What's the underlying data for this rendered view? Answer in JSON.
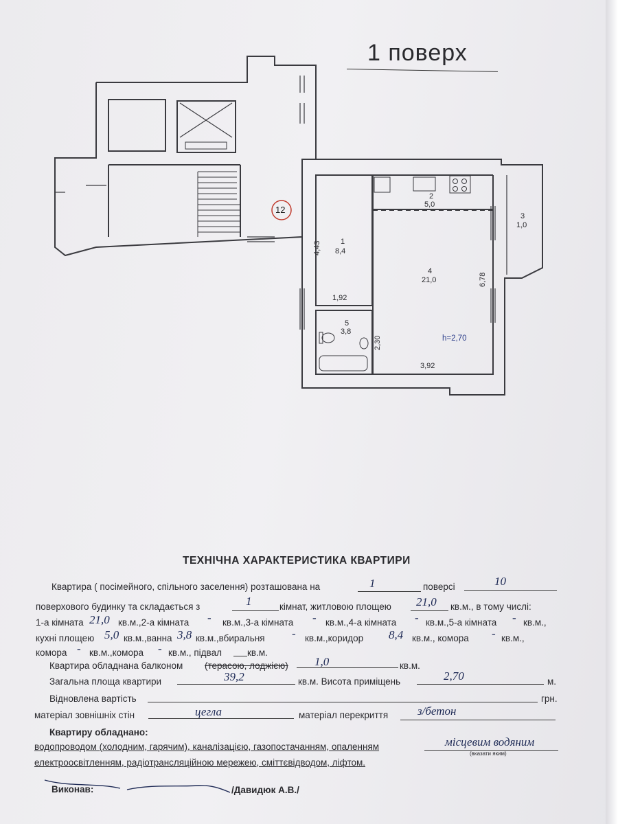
{
  "header": {
    "floor_title": "1 поверх"
  },
  "plan": {
    "apartment_number": "12",
    "rooms": [
      {
        "num": "1",
        "area": "8,4"
      },
      {
        "num": "2",
        "area": "5,0"
      },
      {
        "num": "3",
        "area": "1,0"
      },
      {
        "num": "4",
        "area": "21,0"
      },
      {
        "num": "5",
        "area": "3,8"
      }
    ],
    "dimensions": {
      "d443": "4,43",
      "d192": "1,92",
      "d230": "2,30",
      "d392": "3,92",
      "d678": "6,78"
    },
    "height_label": "h=2,70"
  },
  "form": {
    "heading": "ТЕХНІЧНА ХАРАКТЕРИСТИКА  КВАРТИРИ",
    "l1a": "Квартира ( посімейного, спільного заселення) розташована на",
    "floor": "1",
    "l1b": "поверсі",
    "total_floors": "10",
    "l2a": "поверхового будинку  та  складається  з",
    "rooms_count": "1",
    "l2b": "кімнат,  житловою площею",
    "living_area": "21,0",
    "l2c": "кв.м.,  в тому числі:",
    "l3a": "1-а кімната",
    "room1": "21,0",
    "l3b": "кв.м.,2-а кімната",
    "room2": "-",
    "l3c": "кв.м.,3-а кімната",
    "room3": "-",
    "l3d": "кв.м.,4-а кімната",
    "room4": "-",
    "l3e": "кв.м.,5-а кімната",
    "room5": "-",
    "l3f": "кв.м.,",
    "l4a": "кухні площею",
    "kitchen": "5,0",
    "l4b": "кв.м.,ванна",
    "bath": "3,8",
    "l4c": "кв.м.,вбиральня",
    "toilet": "-",
    "l4d": "кв.м.,коридор",
    "corridor": "8,4",
    "l4e": "кв.м.,   комора",
    "pantry1": "-",
    "l4f": "кв.м.,",
    "l5a": "комора",
    "pantry2": "-",
    "l5b": "кв.м.,комора",
    "pantry3": "-",
    "l5c": "кв.м.,  підвал",
    "l5d": "кв.м.",
    "l6a": "Квартира обладнана балконом",
    "l6strike": "(терасою, лоджією)",
    "balcony": "1,0",
    "l6b": "кв.м.",
    "l7a": "Загальна площа квартири",
    "total_area": "39,2",
    "l7b": "кв.м. Висота приміщень",
    "height": "2,70",
    "l7c": "м.",
    "l8a": "Відновлена вартість",
    "l8b": "грн.",
    "l9a": "матеріал зовнішніх стін",
    "walls": "цегла",
    "l9b": "матеріал перекриття",
    "ceiling": "з/бетон",
    "l10": "Квартиру обладнано:",
    "l11": "водопроводом (холодним, гарячим), каналізацією, газопостачанням, опаленням",
    "heating": "місцевим водяним",
    "hint": "(вказати яким)",
    "l12": "електроосвітленням, радіотрансляційною мережею, сміттєвідводом, ліфтом.",
    "exec_label": "Виконав:",
    "exec_name": "/Давидюк А.В./"
  }
}
